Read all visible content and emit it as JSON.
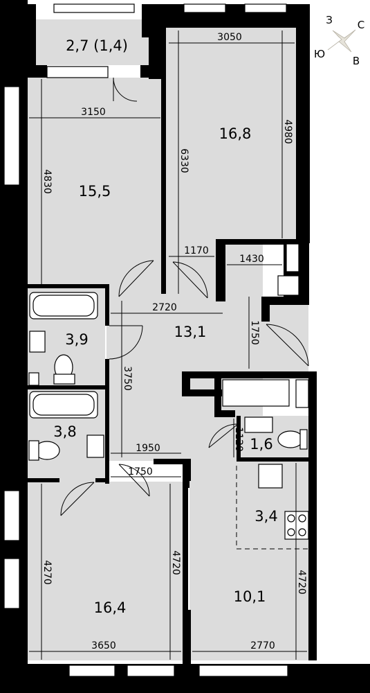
{
  "rooms": {
    "balcony": "2,7 (1,4)",
    "bedroom_top_right": "16,8",
    "bedroom_top_left": "15,5",
    "bathroom_1": "3,9",
    "hall": "13,1",
    "bathroom_2": "3,8",
    "wc": "1,6",
    "kitchen_niche": "3,4",
    "bedroom_bottom_left": "16,4",
    "room_bottom_right": "10,1"
  },
  "dimensions": {
    "d3050": "3050",
    "d4980": "4980",
    "d6330": "6330",
    "d3150": "3150",
    "d4830": "4830",
    "d1170": "1170",
    "d1430": "1430",
    "d2720": "2720",
    "d1750v": "1750",
    "d3750": "3750",
    "d1950": "1950",
    "d1120": "1120",
    "d1750h": "1750",
    "d4270": "4270",
    "d4720a": "4720",
    "d4720b": "4720",
    "d3650": "3650",
    "d2770": "2770"
  },
  "compass": {
    "north": "С",
    "south": "Ю",
    "west": "З",
    "east": "В",
    "colors": {
      "light": "#e6e3da",
      "dark": "#b8b3a6"
    }
  },
  "colors": {
    "floor": "#dcdcdc",
    "wall": "#000000",
    "background": "#ffffff"
  }
}
